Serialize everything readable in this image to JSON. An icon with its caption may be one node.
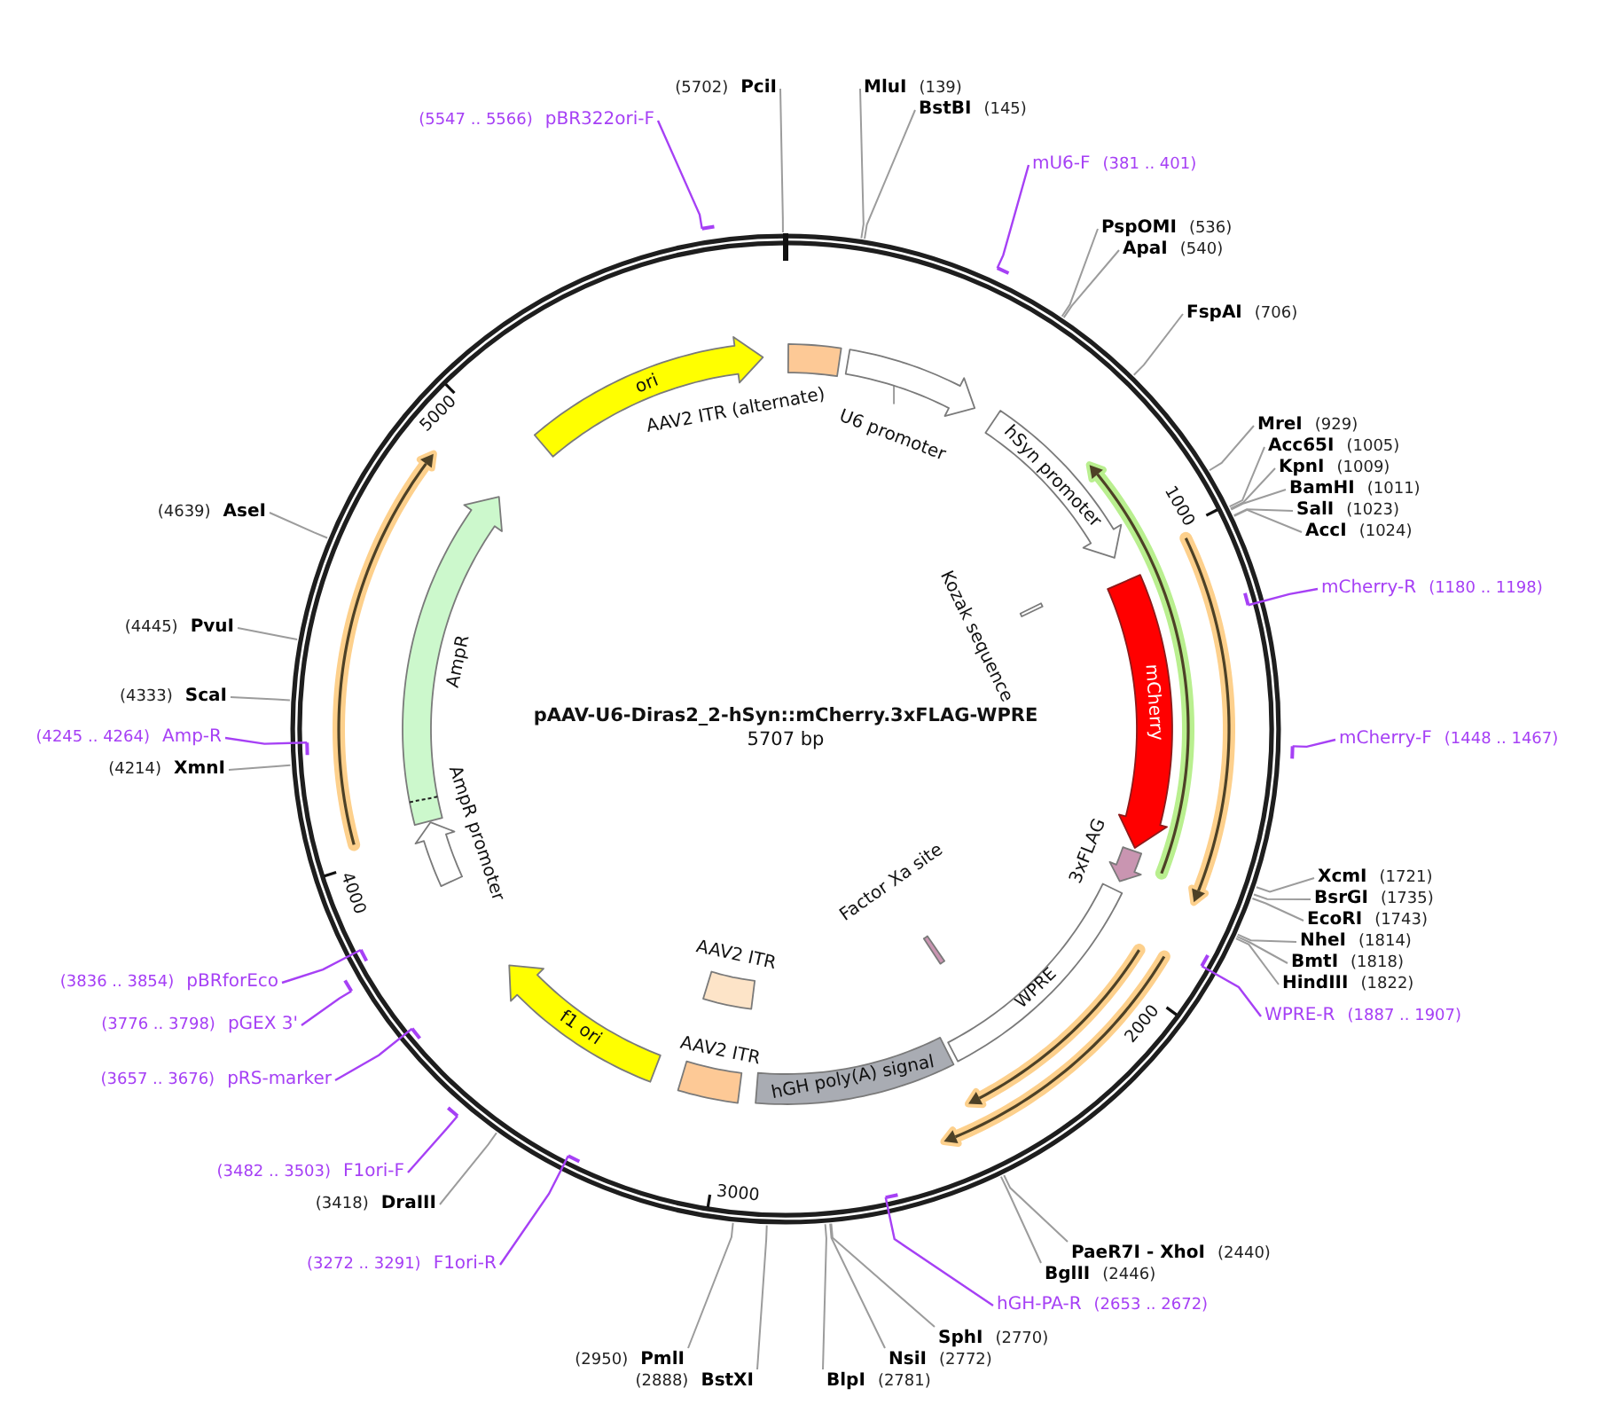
{
  "diagram": {
    "title": "pAAV-U6-Diras2_2-hSyn::mCherry.3xFLAG-WPRE",
    "nodes": [
      {
        "text": [
          "(5547 .. 5566)",
          "pBR322ori-F"
        ]
      },
      {
        "text": [
          "(5702)",
          "PciI"
        ]
      },
      {
        "text": [
          "MluI",
          "(139)"
        ]
      },
      {
        "text": [
          "BstBI",
          "(145)"
        ]
      },
      {
        "text": [
          "mU6-F",
          "(381 .. 401)"
        ]
      },
      {
        "text": [
          "PspOMI",
          "(536)"
        ]
      },
      {
        "text": [
          "ApaI",
          "(540)"
        ]
      },
      {
        "text": [
          "FspAI",
          "(706)"
        ]
      },
      {
        "text": [
          "MreI",
          "(929)"
        ]
      },
      {
        "text": [
          "Acc65I",
          "(1005)"
        ]
      },
      {
        "text": [
          "KpnI",
          "(1009)"
        ]
      },
      {
        "text": [
          "BamHI",
          "(1011)"
        ]
      },
      {
        "text": [
          "SalI",
          "(1023)"
        ]
      },
      {
        "text": [
          "AccI",
          "(1024)"
        ]
      },
      {
        "text": [
          "mCherry-R",
          "(1180 .. 1198)"
        ]
      },
      {
        "text": [
          "mCherry-F",
          "(1448 .. 1467)"
        ]
      },
      {
        "text": [
          "XcmI",
          "(1721)"
        ]
      },
      {
        "text": [
          "BsrGI",
          "(1735)"
        ]
      },
      {
        "text": [
          "EcoRI",
          "(1743)"
        ]
      },
      {
        "text": [
          "NheI",
          "(1814)"
        ]
      },
      {
        "text": [
          "BmtI",
          "(1818)"
        ]
      },
      {
        "text": [
          "HindIII",
          "(1822)"
        ]
      },
      {
        "text": [
          "WPRE-R",
          "(1887 .. 1907)"
        ]
      },
      {
        "text": [
          "PaeR7I - XhoI",
          "(2440)"
        ]
      },
      {
        "text": [
          "BglII",
          "(2446)"
        ]
      },
      {
        "text": [
          "hGH-PA-R",
          "(2653 .. 2672)"
        ]
      },
      {
        "text": [
          "SphI",
          "(2770)"
        ]
      },
      {
        "text": [
          "NsiI",
          "(2772)"
        ]
      },
      {
        "text": [
          "BlpI",
          "(2781)"
        ]
      },
      {
        "text": [
          "(2888)",
          "BstXI"
        ]
      },
      {
        "text": [
          "(2950)",
          "PmlI"
        ]
      },
      {
        "text": [
          "(3272 .. 3291)",
          "F1ori-R"
        ]
      },
      {
        "text": [
          "(3418)",
          "DraIII"
        ]
      },
      {
        "text": [
          "(3482 .. 3503)",
          "F1ori-F"
        ]
      },
      {
        "text": [
          "(3657 .. 3676)",
          "pRS-marker"
        ]
      },
      {
        "text": [
          "(3776 .. 3798)",
          "pGEX 3'"
        ]
      },
      {
        "text": [
          "(3836 .. 3854)",
          "pBRforEco"
        ]
      },
      {
        "text": [
          "(4214)",
          "XmnI"
        ]
      },
      {
        "text": [
          "(4245 .. 4264)",
          "Amp-R"
        ]
      },
      {
        "text": [
          "(4333)",
          "ScaI"
        ]
      },
      {
        "text": [
          "(4445)",
          "PvuI"
        ]
      },
      {
        "text": [
          "(4639)",
          "AseI"
        ]
      },
      {
        "text": [
          "ori"
        ]
      },
      {
        "text": [],
        "shape": "box",
        "beside": [
          "AAV2 ITR (alternate)"
        ]
      },
      {
        "text": [],
        "shape": "arrow"
      },
      {
        "text": [
          "U6 promoter"
        ]
      },
      {
        "text": [
          "hSyn promoter"
        ]
      },
      {
        "text": [],
        "shape": "bar",
        "beside": [
          "Kozak sequence"
        ]
      },
      {
        "text": [
          "mCherry"
        ]
      },
      {
        "text": [],
        "shape": "arrow",
        "beside": [
          "3xFLAG"
        ]
      },
      {
        "text": [],
        "shape": "bar",
        "beside": [
          "Factor Xa site"
        ]
      },
      {
        "text": [
          "WPRE"
        ]
      },
      {
        "text": [
          "hGH poly(A) signal"
        ]
      },
      {
        "text": [],
        "shape": "box",
        "beside": [
          "AAV2 ITR"
        ]
      },
      {
        "text": [],
        "shape": "box",
        "beside": [
          "AAV2 ITR"
        ]
      },
      {
        "text": [
          "f1 ori"
        ]
      },
      {
        "text": [],
        "shape": "arrow",
        "beside": [
          "AmpR promoter"
        ]
      },
      {
        "text": [],
        "shape": "arrow",
        "beside": [
          "AmpR"
        ]
      }
    ],
    "edges": [
      {
        "from": 0,
        "to": null,
        "arrow": "other",
        "color": "#a640f5"
      },
      {
        "from": 1,
        "to": null,
        "arrow": "none"
      },
      {
        "from": 2,
        "to": null,
        "arrow": "none"
      },
      {
        "from": 3,
        "to": null,
        "arrow": "none"
      },
      {
        "from": 4,
        "to": null,
        "arrow": "other",
        "color": "#a640f5"
      },
      {
        "from": 5,
        "to": null,
        "arrow": "none"
      },
      {
        "from": 6,
        "to": null,
        "arrow": "none"
      },
      {
        "from": 7,
        "to": null,
        "arrow": "none"
      },
      {
        "from": 8,
        "to": null,
        "arrow": "none"
      },
      {
        "from": 9,
        "to": null,
        "arrow": "none"
      },
      {
        "from": 10,
        "to": null,
        "arrow": "none"
      },
      {
        "from": 11,
        "to": null,
        "arrow": "none"
      },
      {
        "from": 12,
        "to": null,
        "arrow": "none"
      },
      {
        "from": 13,
        "to": null,
        "arrow": "none"
      },
      {
        "from": 14,
        "to": null,
        "arrow": "other",
        "color": "#a640f5"
      },
      {
        "from": 15,
        "to": null,
        "arrow": "other",
        "color": "#a640f5"
      },
      {
        "from": 16,
        "to": null,
        "arrow": "none"
      },
      {
        "from": 17,
        "to": null,
        "arrow": "none"
      },
      {
        "from": 18,
        "to": null,
        "arrow": "none"
      },
      {
        "from": 19,
        "to": null,
        "arrow": "none"
      },
      {
        "from": 20,
        "to": null,
        "arrow": "none"
      },
      {
        "from": 21,
        "to": null,
        "arrow": "none"
      },
      {
        "from": 22,
        "to": null,
        "arrow": "other",
        "color": "#a640f5"
      },
      {
        "from": 23,
        "to": null,
        "arrow": "none"
      },
      {
        "from": 24,
        "to": null,
        "arrow": "none"
      },
      {
        "from": 25,
        "to": null,
        "arrow": "other",
        "color": "#a640f5"
      },
      {
        "from": 26,
        "to": null,
        "arrow": "none"
      },
      {
        "from": 27,
        "to": null,
        "arrow": "none"
      },
      {
        "from": 28,
        "to": null,
        "arrow": "none"
      },
      {
        "from": 29,
        "to": null,
        "arrow": "none"
      },
      {
        "from": 30,
        "to": null,
        "arrow": "none"
      },
      {
        "from": 31,
        "to": null,
        "arrow": "other",
        "color": "#a640f5"
      },
      {
        "from": 32,
        "to": null,
        "arrow": "none"
      },
      {
        "from": 33,
        "to": null,
        "arrow": "other",
        "color": "#a640f5"
      },
      {
        "from": 34,
        "to": null,
        "arrow": "other",
        "color": "#a640f5"
      },
      {
        "from": 35,
        "to": null,
        "arrow": "other",
        "color": "#a640f5"
      },
      {
        "from": 36,
        "to": null,
        "arrow": "other",
        "color": "#a640f5"
      },
      {
        "from": 37,
        "to": null,
        "arrow": "none"
      },
      {
        "from": 38,
        "to": null,
        "arrow": "other",
        "color": "#a640f5"
      },
      {
        "from": 39,
        "to": null,
        "arrow": "none"
      },
      {
        "from": 40,
        "to": null,
        "arrow": "none"
      },
      {
        "from": 41,
        "to": null,
        "arrow": "none"
      },
      {
        "from": 45,
        "to": 44,
        "arrow": "none"
      }
    ],
    "labels": [
      "5000",
      "1000",
      "5707 bp",
      "4000",
      "2000",
      "3000"
    ]
  }
}
